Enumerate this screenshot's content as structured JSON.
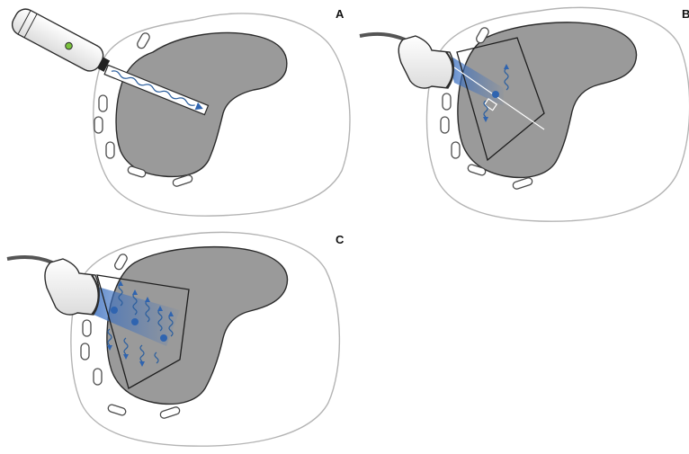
{
  "panels": {
    "a": {
      "label": "A"
    },
    "b": {
      "label": "B"
    },
    "c": {
      "label": "C"
    }
  },
  "colors": {
    "organ": "#9a9a9a",
    "outline": "#b4b4b4",
    "beam": "#3a6fc0",
    "dot": "#2f64b0",
    "indicator": "#7ac23c"
  },
  "icons": {
    "probe_a": "linear-probe-icon",
    "probe_b": "curved-ultrasound-probe-icon",
    "probe_c": "curved-ultrasound-probe-icon"
  }
}
